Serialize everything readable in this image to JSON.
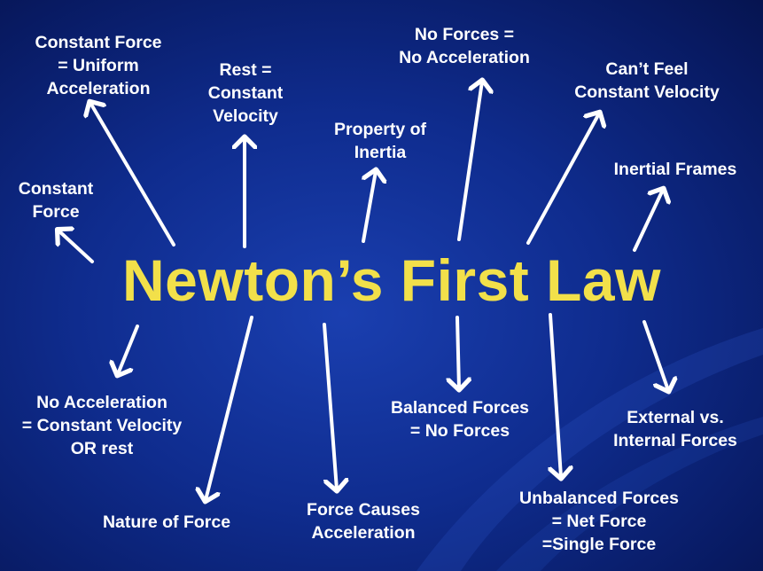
{
  "title": "Newton’s First Law",
  "colors": {
    "title": "#f2e04a",
    "text": "#ffffff",
    "arrow": "#ffffff",
    "background": "#0f2c8e"
  },
  "labels": {
    "constant_force_uniform_accel": "Constant Force\n= Uniform\nAcceleration",
    "rest_constant_velocity": "Rest =\nConstant\nVelocity",
    "property_of_inertia": "Property of\nInertia",
    "no_forces_no_accel": "No Forces =\nNo Acceleration",
    "cant_feel_constant_velocity": "Can’t Feel\nConstant Velocity",
    "inertial_frames": "Inertial Frames",
    "constant_force": "Constant\nForce",
    "no_accel_constant_velocity": "No Acceleration\n= Constant Velocity\nOR rest",
    "nature_of_force": "Nature of Force",
    "force_causes_accel": "Force Causes\nAcceleration",
    "balanced_forces": "Balanced Forces\n= No Forces",
    "unbalanced_forces": "Unbalanced Forces\n= Net Force\n=Single Force",
    "external_internal_forces": "External vs.\nInternal Forces"
  }
}
